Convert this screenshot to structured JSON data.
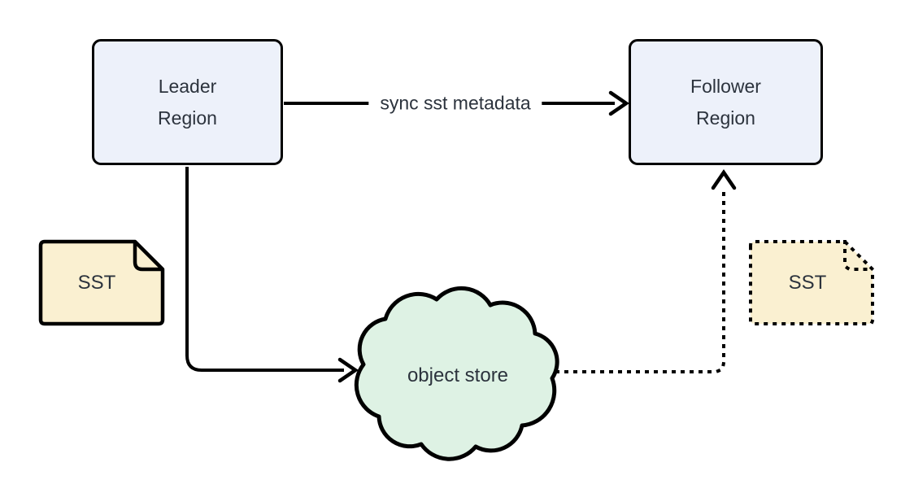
{
  "diagram": {
    "background": "#ffffff",
    "nodes": {
      "leader": {
        "label": "Leader Region",
        "type": "rectangle",
        "fill": "#edf1fa"
      },
      "follower": {
        "label": "Follower Region",
        "type": "rectangle",
        "fill": "#edf1fa"
      },
      "object_store": {
        "label": "object store",
        "type": "cloud",
        "fill": "#def2e4"
      },
      "sst_left": {
        "label": "SST",
        "type": "note",
        "border_style": "solid",
        "fill": "#faf0d1"
      },
      "sst_right": {
        "label": "SST",
        "type": "note",
        "border_style": "dotted",
        "fill": "#faf0d1"
      }
    },
    "edges": {
      "sync_metadata": {
        "from": "leader",
        "to": "follower",
        "label": "sync sst metadata",
        "style": "solid",
        "arrowhead": "chevron"
      },
      "leader_to_object_store": {
        "from": "leader",
        "to": "object_store",
        "label": "",
        "style": "solid",
        "arrowhead": "chevron"
      },
      "object_store_to_follower": {
        "from": "object_store",
        "to": "follower",
        "label": "",
        "style": "dotted",
        "arrowhead": "chevron"
      }
    },
    "colors": {
      "stroke": "#000000",
      "text": "#2c333d",
      "node_fill": "#edf1fa",
      "cloud_fill": "#def2e4",
      "note_fill": "#faf0d1"
    }
  }
}
